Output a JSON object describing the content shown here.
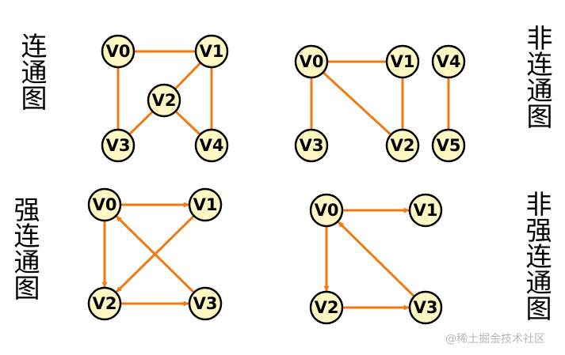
{
  "colors": {
    "edge": "#f07a10",
    "node_fill": "#fdf7c3",
    "node_stroke": "#000000",
    "text": "#000000"
  },
  "graphs": [
    {
      "id": "connected",
      "caption": "连通图",
      "directed": false,
      "nodes": [
        "V0",
        "V1",
        "V2",
        "V3",
        "V4"
      ],
      "edges": [
        [
          "V0",
          "V1"
        ],
        [
          "V0",
          "V3"
        ],
        [
          "V1",
          "V2"
        ],
        [
          "V1",
          "V4"
        ],
        [
          "V2",
          "V3"
        ],
        [
          "V2",
          "V4"
        ]
      ]
    },
    {
      "id": "disconnected",
      "caption": "非连通图",
      "directed": false,
      "nodes": [
        "V0",
        "V1",
        "V2",
        "V3",
        "V4",
        "V5"
      ],
      "edges": [
        [
          "V0",
          "V1"
        ],
        [
          "V0",
          "V3"
        ],
        [
          "V0",
          "V2"
        ],
        [
          "V1",
          "V2"
        ],
        [
          "V4",
          "V5"
        ]
      ]
    },
    {
      "id": "strongly-connected",
      "caption": "强连通图",
      "directed": true,
      "nodes": [
        "V0",
        "V1",
        "V2",
        "V3"
      ],
      "edges": [
        [
          "V0",
          "V1"
        ],
        [
          "V0",
          "V2"
        ],
        [
          "V1",
          "V2"
        ],
        [
          "V2",
          "V3"
        ],
        [
          "V3",
          "V0"
        ]
      ]
    },
    {
      "id": "not-strongly-connected",
      "caption": "非强连通图",
      "directed": true,
      "nodes": [
        "V0",
        "V1",
        "V2",
        "V3"
      ],
      "edges": [
        [
          "V0",
          "V1"
        ],
        [
          "V0",
          "V2"
        ],
        [
          "V2",
          "V3"
        ],
        [
          "V3",
          "V0"
        ]
      ]
    }
  ],
  "watermark": "@稀土掘金技术社区"
}
